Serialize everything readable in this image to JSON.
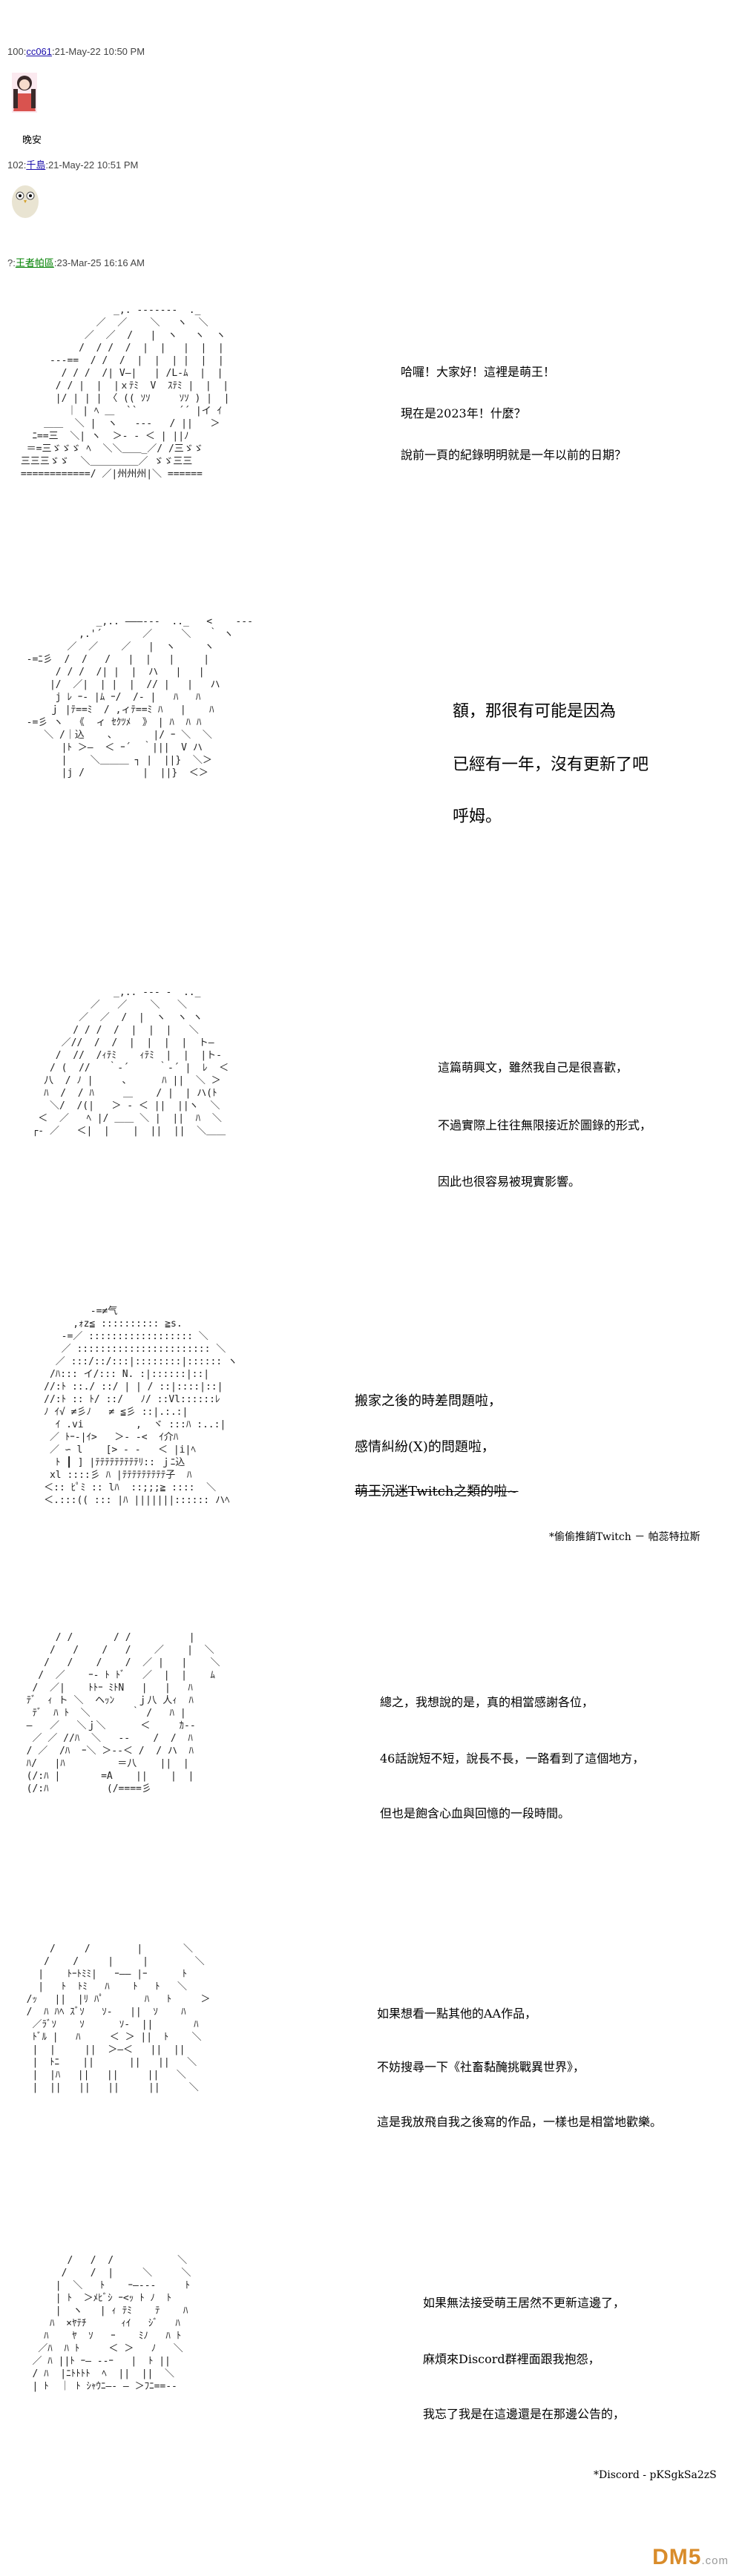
{
  "posts": [
    {
      "header_prefix": "100:",
      "name": "cc061",
      "header_suffix": ":21-May-22 10:50 PM",
      "body": "晚安"
    },
    {
      "header_prefix": "102:",
      "name": "千島",
      "header_suffix": ":21-May-22 10:51 PM",
      "body": ""
    },
    {
      "header_prefix": "?:",
      "name": "王者帕區",
      "header_suffix": ":23-Mar-25 16:16 AM",
      "body": ""
    }
  ],
  "panels": [
    {
      "lines": [
        "哈囉！大家好！這裡是萌王！",
        "現在是2023年！什麼？",
        "說前一頁的紀錄明明就是一年以前的日期？"
      ]
    },
    {
      "lines": [
        "額，那很有可能是因為",
        "已經有一年，沒有更新了吧",
        "呼姆。"
      ]
    },
    {
      "lines": [
        "這篇萌興文，雖然我自己是很喜歡，",
        "不過實際上往往無限接近於圖錄的形式，",
        "因此也很容易被現實影響。"
      ]
    },
    {
      "lines": [
        "搬家之後的時差問題啦，",
        "感情糾紛(X)的問題啦，",
        "萌王沉迷Twitch之類的啦~"
      ],
      "note": "*偷偷推銷Twitch － 帕蕊特拉斯"
    },
    {
      "lines": [
        "總之，我想說的是，真的相當感謝各位，",
        "46話說短不短，說長不長，一路看到了這個地方，",
        "但也是飽含心血與回憶的一段時間。"
      ]
    },
    {
      "lines": [
        "如果想看一點其他的AA作品，",
        "不妨搜尋一下《社畜黏醃挑戰異世界》，",
        "這是我放飛自我之後寫的作品，一樣也是相當地歡樂。"
      ]
    },
    {
      "lines": [
        "如果無法接受萌王居然不更新這邊了，",
        "麻煩來Discord群裡面跟我抱怨，",
        "我忘了我是在這邊還是在那邊公告的，"
      ],
      "note": "*Discord - pKSgkSa2zS"
    }
  ],
  "watermark": {
    "brand": "DM5",
    "suffix": ".com"
  }
}
